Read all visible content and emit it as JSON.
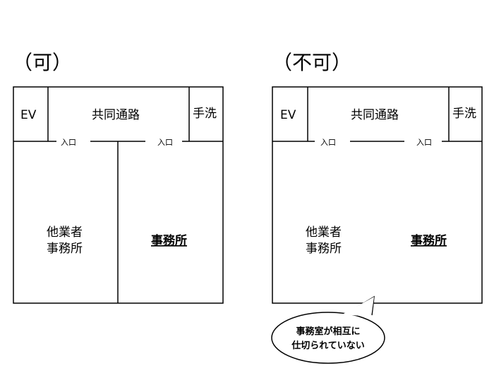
{
  "left": {
    "title": "（可）",
    "ev": "EV",
    "corridor": "共同通路",
    "washroom": "手洗",
    "entrance_1": "入口",
    "entrance_2": "入口",
    "other_office_line1": "他業者",
    "other_office_line2": "事務所",
    "own_office": "事務所"
  },
  "right": {
    "title": "（不可）",
    "ev": "EV",
    "corridor": "共同通路",
    "washroom": "手洗",
    "entrance_1": "入口",
    "entrance_2": "入口",
    "other_office_line1": "他業者",
    "other_office_line2": "事務所",
    "own_office": "事務所",
    "callout_line1": "事務室が相互に",
    "callout_line2": "仕切られていない"
  }
}
